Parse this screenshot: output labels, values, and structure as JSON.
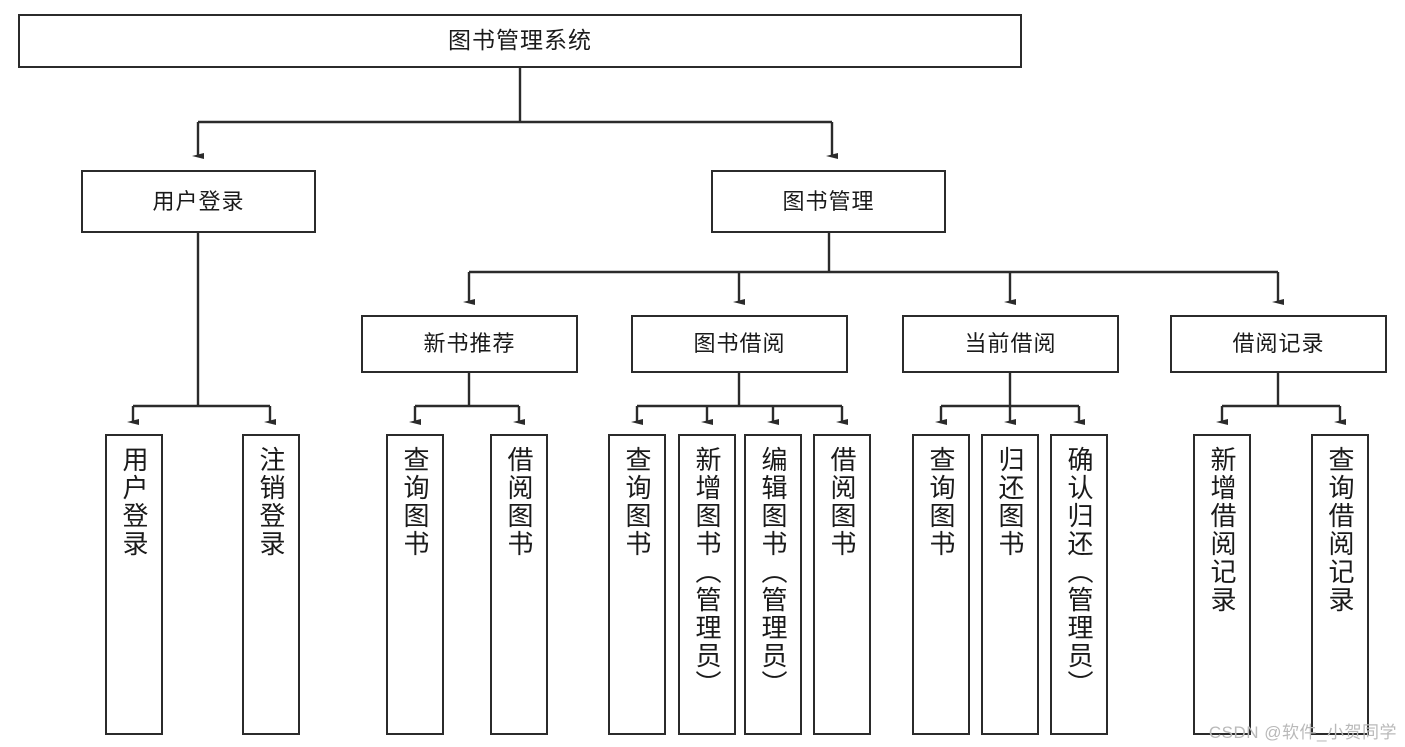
{
  "diagram": {
    "type": "tree-hierarchy-chart",
    "title": "图书管理系统",
    "watermark": "CSDN @软件_小贺同学",
    "colors": {
      "box_border": "#2b2b2b",
      "box_fill": "#ffffff",
      "edge": "#2b2b2b",
      "text": "#1a1a1a",
      "watermark": "#b9b9b9",
      "background": "#ffffff"
    },
    "levels": {
      "root": {
        "label": "图书管理系统"
      },
      "level2": [
        {
          "label": "用户登录"
        },
        {
          "label": "图书管理"
        }
      ],
      "level3": [
        {
          "label": "新书推荐"
        },
        {
          "label": "图书借阅"
        },
        {
          "label": "当前借阅"
        },
        {
          "label": "借阅记录"
        }
      ],
      "leaves": {
        "user_login": [
          {
            "label": "用户登录"
          },
          {
            "label": "注销登录"
          }
        ],
        "new_book_recommend": [
          {
            "label": "查询图书"
          },
          {
            "label": "借阅图书"
          }
        ],
        "book_borrow": [
          {
            "label": "查询图书"
          },
          {
            "label": "新增图书（管理员）"
          },
          {
            "label": "编辑图书（管理员）"
          },
          {
            "label": "借阅图书"
          }
        ],
        "current_borrow": [
          {
            "label": "查询图书"
          },
          {
            "label": "归还图书"
          },
          {
            "label": "确认归还（管理员）"
          }
        ],
        "borrow_record": [
          {
            "label": "新增借阅记录"
          },
          {
            "label": "查询借阅记录"
          }
        ]
      }
    }
  }
}
